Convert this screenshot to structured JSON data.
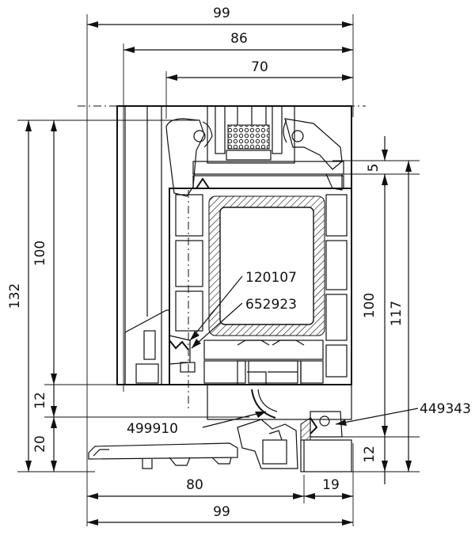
{
  "dimensions": {
    "top_width_99": "99",
    "top_width_86": "86",
    "top_width_70": "70",
    "left_height_132": "132",
    "left_height_100": "100",
    "left_height_12": "12",
    "left_height_20": "20",
    "right_height_5": "5",
    "right_height_100": "100",
    "right_height_117": "117",
    "right_height_12": "12",
    "bottom_width_80": "80",
    "bottom_width_19": "19",
    "bottom_width_99": "99"
  },
  "part_labels": {
    "p1": "120107",
    "p2": "652923",
    "p3": "499910",
    "p4": "449343"
  }
}
